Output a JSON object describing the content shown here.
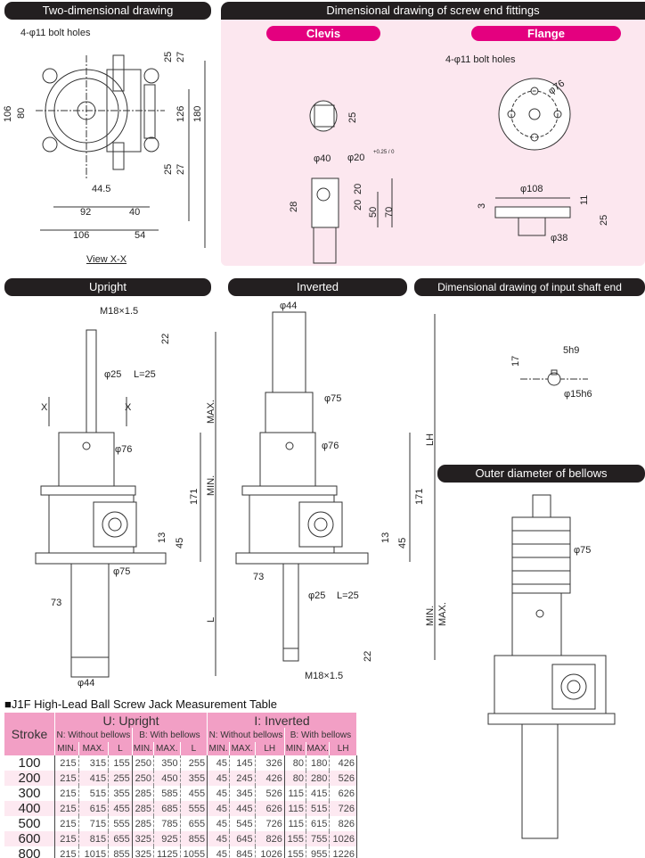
{
  "headers": {
    "two_dim": "Two-dimensional drawing",
    "screw_end": "Dimensional drawing of screw end fittings",
    "clevis": "Clevis",
    "flange": "Flange",
    "upright": "Upright",
    "inverted": "Inverted",
    "input_shaft": "Dimensional drawing of input shaft end",
    "bellows": "Outer diameter of bellows"
  },
  "two_dim": {
    "bolt_holes": "4-φ11 bolt holes",
    "d25a": "25",
    "d27a": "27",
    "d106v": "106",
    "d80": "80",
    "d126": "126",
    "d180": "180",
    "d25b": "25",
    "d27b": "27",
    "d44_5": "44.5",
    "d92": "92",
    "d40": "40",
    "d106": "106",
    "d54": "54",
    "view": "View X-X"
  },
  "clevis": {
    "d25": "25",
    "phi40": "φ40",
    "phi20": "φ20",
    "tol": "+0.25 / 0",
    "d20a": "20",
    "d20b": "20",
    "d28": "28",
    "d50": "50",
    "d70": "70"
  },
  "flange": {
    "bolt_holes": "4-φ11 bolt holes",
    "phi76": "φ76",
    "phi108": "φ108",
    "d3": "3",
    "d11": "11",
    "d25": "25",
    "phi38": "φ38"
  },
  "upright": {
    "thread": "M18×1.5",
    "d22": "22",
    "phi25": "φ25",
    "l25": "L=25",
    "x1": "X",
    "x2": "X",
    "max": "MAX.",
    "phi76": "φ76",
    "min": "MIN.",
    "d171": "171",
    "d13": "13",
    "d45": "45",
    "phi75": "φ75",
    "d73": "73",
    "l": "L",
    "phi44": "φ44"
  },
  "inverted": {
    "phi44": "φ44",
    "phi75": "φ75",
    "phi76": "φ76",
    "lh": "LH",
    "d171": "171",
    "d13": "13",
    "d45": "45",
    "d73": "73",
    "phi25": "φ25",
    "l25": "L=25",
    "min": "MIN.",
    "max": "MAX.",
    "d22": "22",
    "thread": "M18×1.5"
  },
  "input_shaft": {
    "key": "5h9",
    "d17": "17",
    "phi": "φ15h6"
  },
  "bellows": {
    "phi75": "φ75"
  },
  "table": {
    "title": "■J1F High-Lead Ball Screw Jack Measurement Table",
    "stroke": "Stroke",
    "upright": "U: Upright",
    "inverted": "I: Inverted",
    "without": "N: Without bellows",
    "with": "B: With bellows",
    "cols": [
      "MIN.",
      "MAX.",
      "L",
      "MIN.",
      "MAX.",
      "L",
      "MIN.",
      "MAX.",
      "LH",
      "MIN.",
      "MAX.",
      "LH"
    ],
    "rows": [
      [
        "100",
        "215",
        "315",
        "155",
        "250",
        "350",
        "255",
        "45",
        "145",
        "326",
        "80",
        "180",
        "426"
      ],
      [
        "200",
        "215",
        "415",
        "255",
        "250",
        "450",
        "355",
        "45",
        "245",
        "426",
        "80",
        "280",
        "526"
      ],
      [
        "300",
        "215",
        "515",
        "355",
        "285",
        "585",
        "455",
        "45",
        "345",
        "526",
        "115",
        "415",
        "626"
      ],
      [
        "400",
        "215",
        "615",
        "455",
        "285",
        "685",
        "555",
        "45",
        "445",
        "626",
        "115",
        "515",
        "726"
      ],
      [
        "500",
        "215",
        "715",
        "555",
        "285",
        "785",
        "655",
        "45",
        "545",
        "726",
        "115",
        "615",
        "826"
      ],
      [
        "600",
        "215",
        "815",
        "655",
        "325",
        "925",
        "855",
        "45",
        "645",
        "826",
        "155",
        "755",
        "1026"
      ],
      [
        "800",
        "215",
        "1015",
        "855",
        "325",
        "1125",
        "1055",
        "45",
        "845",
        "1026",
        "155",
        "955",
        "1226"
      ]
    ]
  },
  "colors": {
    "accent": "#e4007f",
    "header": "#231f20",
    "panel": "#fce7ef",
    "table_head": "#f29fc5"
  }
}
